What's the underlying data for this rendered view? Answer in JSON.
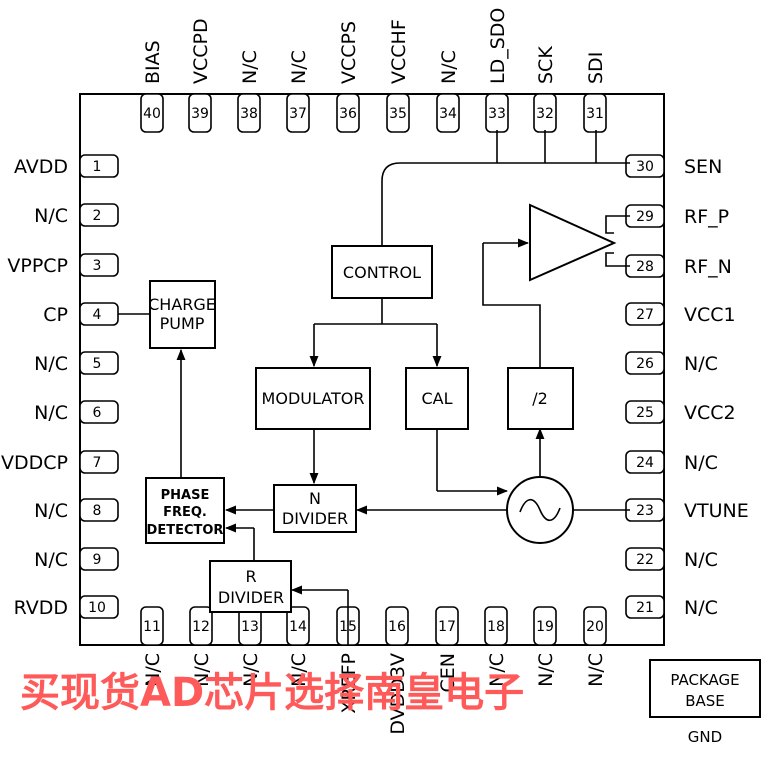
{
  "pins": [
    {
      "num": "1",
      "name": "AVDD"
    },
    {
      "num": "2",
      "name": "N/C"
    },
    {
      "num": "3",
      "name": "VPPCP"
    },
    {
      "num": "4",
      "name": "CP"
    },
    {
      "num": "5",
      "name": "N/C"
    },
    {
      "num": "6",
      "name": "N/C"
    },
    {
      "num": "7",
      "name": "VDDCP"
    },
    {
      "num": "8",
      "name": "N/C"
    },
    {
      "num": "9",
      "name": "N/C"
    },
    {
      "num": "10",
      "name": "RVDD"
    },
    {
      "num": "11",
      "name": "N/C"
    },
    {
      "num": "12",
      "name": "N/C"
    },
    {
      "num": "13",
      "name": "N/C"
    },
    {
      "num": "14",
      "name": "N/C"
    },
    {
      "num": "15",
      "name": "XREFP"
    },
    {
      "num": "16",
      "name": "DVDD3V"
    },
    {
      "num": "17",
      "name": "CEN"
    },
    {
      "num": "18",
      "name": "N/C"
    },
    {
      "num": "19",
      "name": "N/C"
    },
    {
      "num": "20",
      "name": "N/C"
    },
    {
      "num": "21",
      "name": "N/C"
    },
    {
      "num": "22",
      "name": "N/C"
    },
    {
      "num": "23",
      "name": "VTUNE"
    },
    {
      "num": "24",
      "name": "N/C"
    },
    {
      "num": "25",
      "name": "VCC2"
    },
    {
      "num": "26",
      "name": "N/C"
    },
    {
      "num": "27",
      "name": "VCC1"
    },
    {
      "num": "28",
      "name": "RF_N"
    },
    {
      "num": "29",
      "name": "RF_P"
    },
    {
      "num": "30",
      "name": "SEN"
    },
    {
      "num": "31",
      "name": "SDI"
    },
    {
      "num": "32",
      "name": "SCK"
    },
    {
      "num": "33",
      "name": "LD_SDO"
    },
    {
      "num": "34",
      "name": "N/C"
    },
    {
      "num": "35",
      "name": "VCCHF"
    },
    {
      "num": "36",
      "name": "VCCPS"
    },
    {
      "num": "37",
      "name": "N/C"
    },
    {
      "num": "38",
      "name": "N/C"
    },
    {
      "num": "39",
      "name": "VCCPD"
    },
    {
      "num": "40",
      "name": "BIAS"
    }
  ],
  "blocks": {
    "control": "CONTROL",
    "charge_pump": [
      "CHARGE",
      "PUMP"
    ],
    "modulator": "MODULATOR",
    "cal": "CAL",
    "div2": "/2",
    "phase_detector": [
      "PHASE",
      "FREQ.",
      "DETECTOR"
    ],
    "n_divider": [
      "N",
      "DIVIDER"
    ],
    "r_divider": [
      "R",
      "DIVIDER"
    ]
  },
  "package_base": [
    "PACKAGE",
    "BASE"
  ],
  "gnd_label": "GND",
  "watermark": "买现货AD芯片选择南皇电子"
}
